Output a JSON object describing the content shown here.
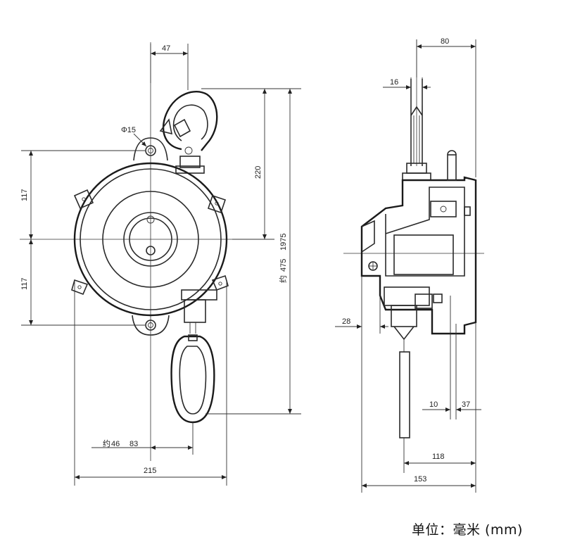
{
  "dimensions": {
    "front_hook_offset": "47",
    "front_hole_dia": "Φ15",
    "front_upper_half": "117",
    "front_lower_half": "117",
    "front_hook_height": "220",
    "front_range": "475",
    "front_range_prefix": "约",
    "front_total": "1975",
    "front_ring_dia": "46",
    "front_ring_dia_prefix": "约",
    "front_ring_offset": "83",
    "front_width": "215",
    "side_width": "80",
    "side_hook_thk": "16",
    "side_left_offset": "28",
    "side_bottom_a": "10",
    "side_bottom_b": "37",
    "side_cable_to_back": "118",
    "side_total_depth": "153"
  },
  "unit_label": "单位：毫米 (mm)"
}
